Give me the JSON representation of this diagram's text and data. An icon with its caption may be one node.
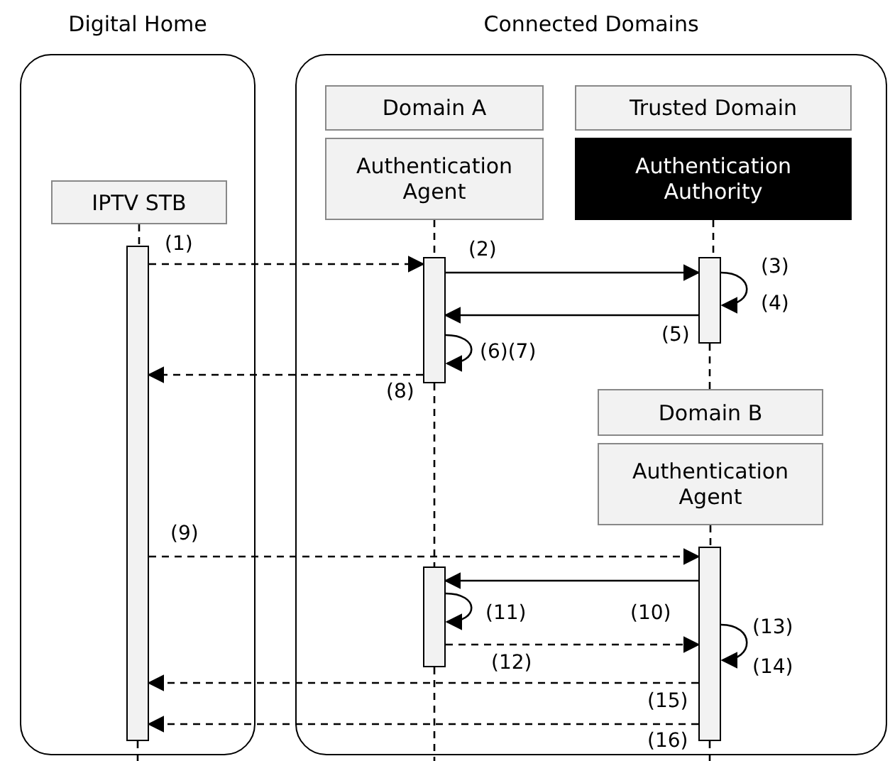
{
  "diagram": {
    "nodes": [
      {
        "text": [
          "Digital Home"
        ]
      },
      {
        "text": [
          "Connected Domains"
        ]
      },
      {
        "text": [
          "Domain A"
        ],
        "in": 1
      },
      {
        "text": [
          "Trusted Domain"
        ],
        "in": 1
      },
      {
        "text": [
          "IPTV STB"
        ],
        "in": 0
      },
      {
        "text": [
          "Authentication Agent"
        ],
        "in": 1
      },
      {
        "text": [
          "Authentication Authority"
        ],
        "in": 1
      },
      {
        "text": [
          "Domain B"
        ],
        "in": 1
      },
      {
        "text": [
          "Authentication Agent"
        ],
        "in": 1
      },
      {
        "text": [],
        "shape": "bar",
        "in": 0
      },
      {
        "text": [],
        "shape": "bar",
        "in": 1
      },
      {
        "text": [],
        "shape": "bar",
        "in": 1
      },
      {
        "text": [],
        "shape": "bar",
        "in": 1
      },
      {
        "text": [],
        "shape": "bar",
        "in": 1
      }
    ],
    "edges": [
      {
        "from": 4,
        "to": 9,
        "arrow": "none",
        "style": "dashed"
      },
      {
        "from": 9,
        "to": null,
        "arrow": "none",
        "style": "dashed"
      },
      {
        "from": 5,
        "to": 10,
        "arrow": "none",
        "style": "dashed"
      },
      {
        "from": 10,
        "to": 12,
        "arrow": "none",
        "style": "dashed"
      },
      {
        "from": 12,
        "to": null,
        "arrow": "none",
        "style": "dashed"
      },
      {
        "from": 6,
        "to": 11,
        "arrow": "none",
        "style": "dashed"
      },
      {
        "from": 11,
        "to": 7,
        "arrow": "none",
        "style": "dashed"
      },
      {
        "from": 8,
        "to": 13,
        "arrow": "none",
        "style": "dashed"
      },
      {
        "from": 13,
        "to": null,
        "arrow": "none",
        "style": "dashed"
      },
      {
        "from": 9,
        "to": 10,
        "arrow": "to",
        "label": "(1)",
        "style": "dashed"
      },
      {
        "from": 10,
        "to": 11,
        "arrow": "to",
        "label": "(2)"
      },
      {
        "from": 11,
        "to": 11,
        "arrow": "to",
        "label": "(3)"
      },
      {
        "from": 11,
        "to": 10,
        "arrow": "to",
        "label": "(5)"
      },
      {
        "from": 10,
        "to": 10,
        "arrow": "to",
        "label": "(6)(7)"
      },
      {
        "from": 10,
        "to": 9,
        "arrow": "to",
        "label": "(8)",
        "style": "dashed"
      },
      {
        "from": 9,
        "to": 13,
        "arrow": "to",
        "label": "(9)",
        "style": "dashed"
      },
      {
        "from": 13,
        "to": 12,
        "arrow": "to",
        "label": "(10)"
      },
      {
        "from": 12,
        "to": 12,
        "arrow": "to",
        "label": "(11)"
      },
      {
        "from": 12,
        "to": 13,
        "arrow": "to",
        "label": "(12)",
        "style": "dashed"
      },
      {
        "from": 13,
        "to": 13,
        "arrow": "to",
        "label": "(13)"
      },
      {
        "from": 13,
        "to": 9,
        "arrow": "to",
        "label": "(15)",
        "style": "dashed"
      },
      {
        "from": 13,
        "to": 9,
        "arrow": "to",
        "label": "(16)",
        "style": "dashed"
      }
    ],
    "labels": [
      "(4)",
      "(14)"
    ]
  }
}
